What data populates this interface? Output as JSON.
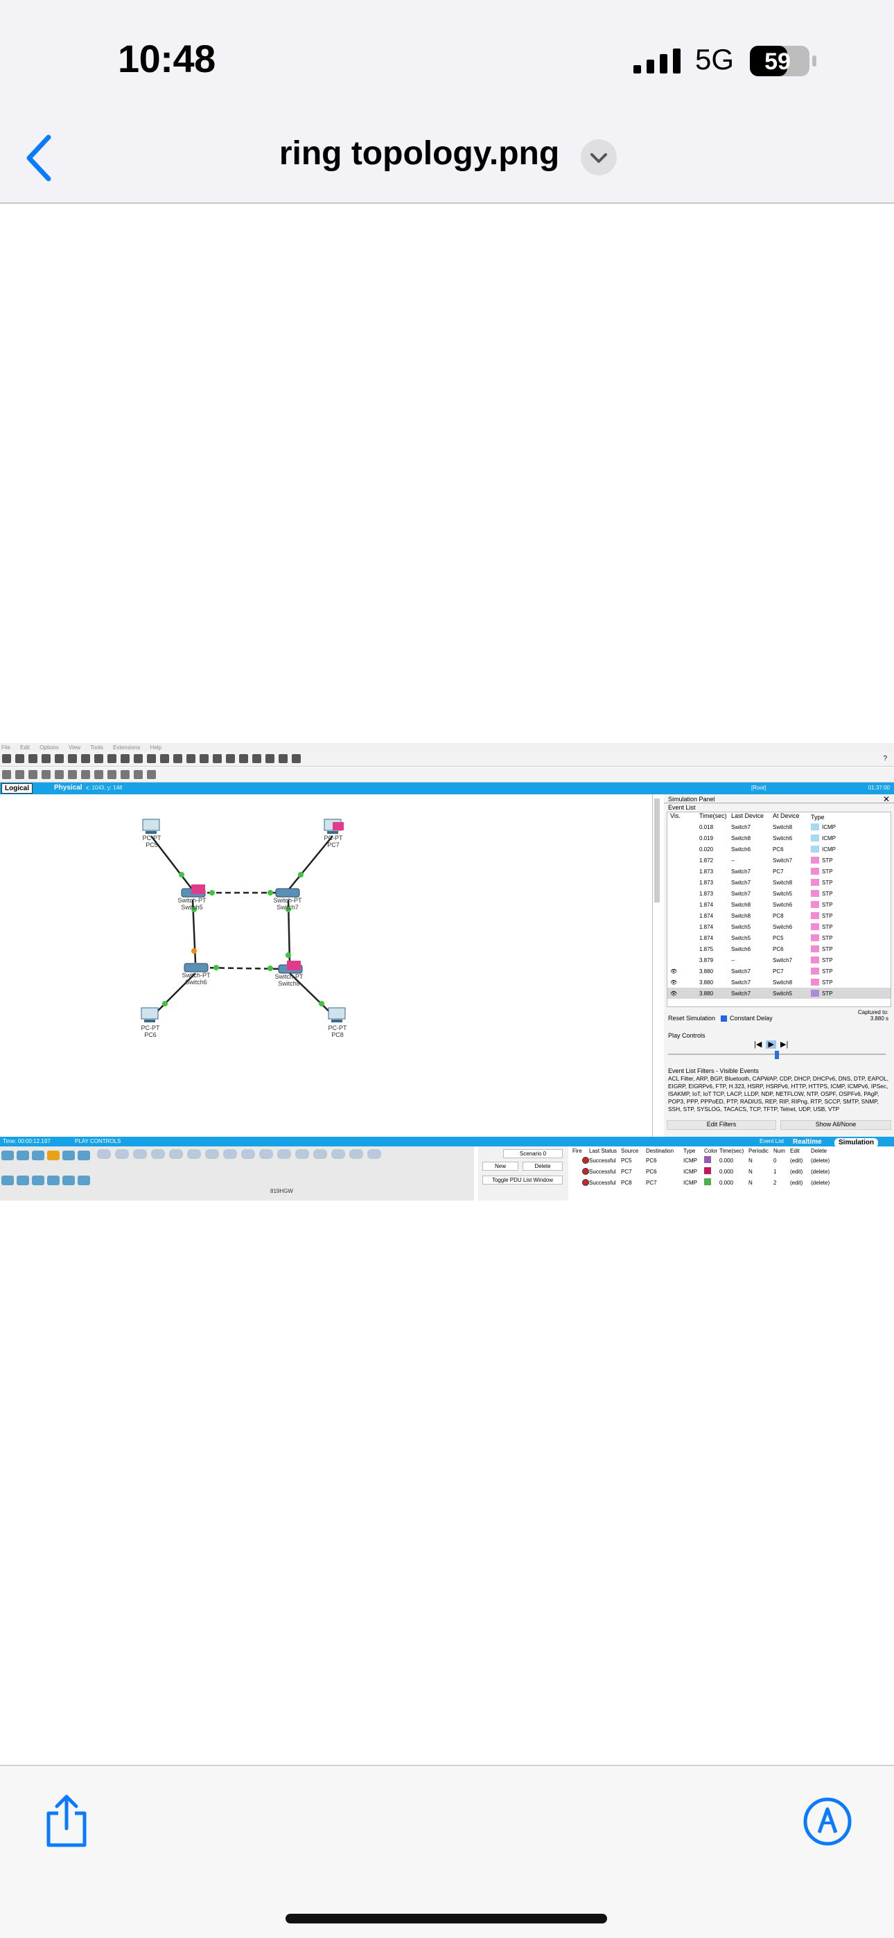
{
  "status_bar": {
    "time": "10:48",
    "network": "5G",
    "battery": "59"
  },
  "nav": {
    "title": "ring topology.png",
    "back_icon": "chevron-left-icon",
    "dropdown_icon": "chevron-down-icon"
  },
  "packet_tracer": {
    "menu": [
      "File",
      "Edit",
      "Options",
      "View",
      "Tools",
      "Extensions",
      "Help"
    ],
    "help": "?",
    "tabs": {
      "logical": "Logical",
      "physical": "Physical"
    },
    "coords": "x: 1043, y: 148",
    "root_label": "[Root]",
    "clock": "01:37:00",
    "devices": [
      {
        "type": "PC-PT",
        "name": "PC5"
      },
      {
        "type": "PC-PT",
        "name": "PC7"
      },
      {
        "type": "Switch-PT",
        "name": "Switch5"
      },
      {
        "type": "Switch-PT",
        "name": "Switch7"
      },
      {
        "type": "Switch-PT",
        "name": "Switch6"
      },
      {
        "type": "Switch-PT",
        "name": "Switch8"
      },
      {
        "type": "PC-PT",
        "name": "PC6"
      },
      {
        "type": "PC-PT",
        "name": "PC8"
      }
    ],
    "simulation_panel": {
      "title": "Simulation Panel",
      "event_list_label": "Event List",
      "columns": [
        "Vis.",
        "Time(sec)",
        "Last Device",
        "At Device",
        "Type"
      ],
      "events": [
        {
          "time": "0.018",
          "last": "Switch7",
          "at": "Switch8",
          "type": "ICMP",
          "color": "#a9d8f2",
          "vis": ""
        },
        {
          "time": "0.019",
          "last": "Switch8",
          "at": "Switch6",
          "type": "ICMP",
          "color": "#a9d8f2",
          "vis": ""
        },
        {
          "time": "0.020",
          "last": "Switch6",
          "at": "PC6",
          "type": "ICMP",
          "color": "#a9d8f2",
          "vis": ""
        },
        {
          "time": "1.872",
          "last": "--",
          "at": "Switch7",
          "type": "STP",
          "color": "#f28bd6",
          "vis": ""
        },
        {
          "time": "1.873",
          "last": "Switch7",
          "at": "PC7",
          "type": "STP",
          "color": "#f28bd6",
          "vis": ""
        },
        {
          "time": "1.873",
          "last": "Switch7",
          "at": "Switch8",
          "type": "STP",
          "color": "#f28bd6",
          "vis": ""
        },
        {
          "time": "1.873",
          "last": "Switch7",
          "at": "Switch5",
          "type": "STP",
          "color": "#f28bd6",
          "vis": ""
        },
        {
          "time": "1.874",
          "last": "Switch8",
          "at": "Switch6",
          "type": "STP",
          "color": "#f28bd6",
          "vis": ""
        },
        {
          "time": "1.874",
          "last": "Switch8",
          "at": "PC8",
          "type": "STP",
          "color": "#f28bd6",
          "vis": ""
        },
        {
          "time": "1.874",
          "last": "Switch5",
          "at": "Switch6",
          "type": "STP",
          "color": "#f28bd6",
          "vis": ""
        },
        {
          "time": "1.874",
          "last": "Switch5",
          "at": "PC5",
          "type": "STP",
          "color": "#f28bd6",
          "vis": ""
        },
        {
          "time": "1.875",
          "last": "Switch6",
          "at": "PC6",
          "type": "STP",
          "color": "#f28bd6",
          "vis": ""
        },
        {
          "time": "3.879",
          "last": "--",
          "at": "Switch7",
          "type": "STP",
          "color": "#f28bd6",
          "vis": ""
        },
        {
          "time": "3.880",
          "last": "Switch7",
          "at": "PC7",
          "type": "STP",
          "color": "#f28bd6",
          "vis": "eye"
        },
        {
          "time": "3.880",
          "last": "Switch7",
          "at": "Switch8",
          "type": "STP",
          "color": "#f28bd6",
          "vis": "eye"
        },
        {
          "time": "3.880",
          "last": "Switch7",
          "at": "Switch5",
          "type": "STP",
          "color": "#a98bd6",
          "vis": "eye"
        }
      ],
      "reset_label": "Reset Simulation",
      "constant_delay_label": "Constant Delay",
      "captured_label": "Captured to:",
      "captured_value": "3.880 s",
      "play_controls_label": "Play Controls",
      "filters_title": "Event List Filters - Visible Events",
      "filters_text": "ACL Filter, ARP, BGP, Bluetooth, CAPWAP, CDP, DHCP, DHCPv6, DNS, DTP, EAPOL, EIGRP, EIGRPv6, FTP, H.323, HSRP, HSRPv6, HTTP, HTTPS, ICMP, ICMPv6, IPSec, ISAKMP, IoT, IoT TCP, LACP, LLDP, NDP, NETFLOW, NTP, OSPF, OSPFv6, PAgP, POP3, PPP, PPPoED, PTP, RADIUS, REP, RIP, RIPng, RTP, SCCP, SMTP, SNMP, SSH, STP, SYSLOG, TACACS, TCP, TFTP, Telnet, UDP, USB, VTP",
      "edit_filters": "Edit Filters",
      "show_all": "Show All/None"
    },
    "bottom_bar": {
      "time": "Time: 00:00:12.197",
      "play_controls": "PLAY CONTROLS",
      "event_list": "Event List",
      "realtime": "Realtime",
      "simulation": "Simulation"
    },
    "device_caption": "819HGW",
    "scenario": {
      "name": "Scenario 0",
      "new": "New",
      "delete": "Delete",
      "toggle": "Toggle PDU List Window"
    },
    "pdu_columns": [
      "Fire",
      "Last Status",
      "Source",
      "Destination",
      "Type",
      "Color",
      "Time(sec)",
      "Periodic",
      "Num",
      "Edit",
      "Delete"
    ],
    "pdus": [
      {
        "status": "Successful",
        "src": "PC5",
        "dst": "PC6",
        "type": "ICMP",
        "color": "#9b59b6",
        "time": "0.000",
        "periodic": "N",
        "num": "0",
        "edit": "(edit)",
        "del": "(delete)"
      },
      {
        "status": "Successful",
        "src": "PC7",
        "dst": "PC6",
        "type": "ICMP",
        "color": "#c2185b",
        "time": "0.000",
        "periodic": "N",
        "num": "1",
        "edit": "(edit)",
        "del": "(delete)"
      },
      {
        "status": "Successful",
        "src": "PC8",
        "dst": "PC7",
        "type": "ICMP",
        "color": "#4caf50",
        "time": "0.000",
        "periodic": "N",
        "num": "2",
        "edit": "(edit)",
        "del": "(delete)"
      }
    ]
  },
  "toolbar": {
    "share_icon": "share-icon",
    "markup_icon": "markup-icon"
  },
  "colors": {
    "accent": "#0a7aff",
    "pt_blue": "#17a1e6"
  }
}
